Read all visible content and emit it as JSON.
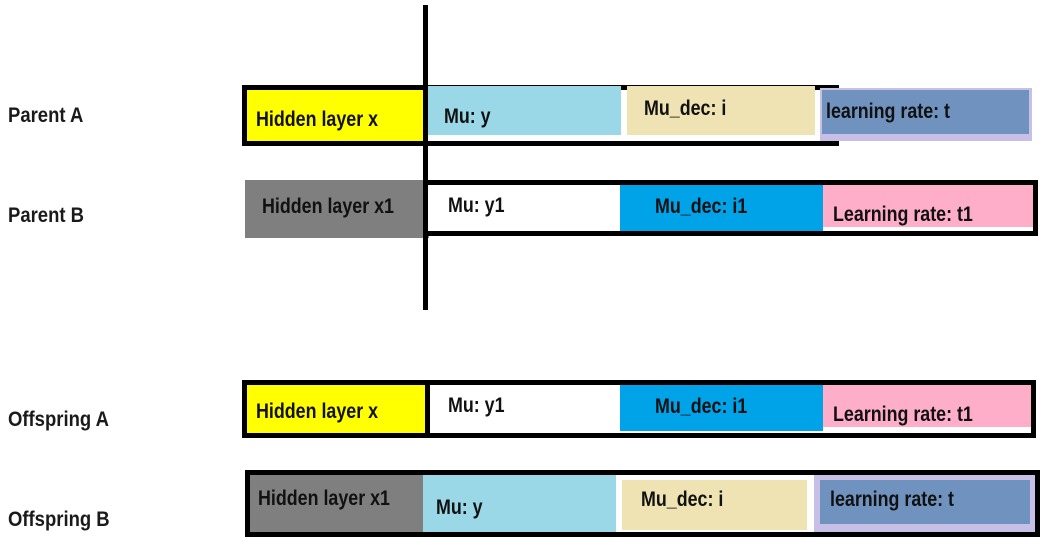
{
  "colors": {
    "yellow": "#ffff00",
    "gray": "#7f7f7f",
    "light_blue": "#9ad8e8",
    "white": "#ffffff",
    "beige": "#efe3b4",
    "blue": "#00a2e8",
    "lavender": "#c8bfe7",
    "slate_blue": "#7092be",
    "pink": "#ffaec9",
    "black": "#000000"
  },
  "rows": [
    {
      "label": "Parent A",
      "genes": [
        {
          "text": "Hidden layer x",
          "color": "yellow"
        },
        {
          "text": "Mu: y",
          "color": "light_blue"
        },
        {
          "text": "Mu_dec: i",
          "color": "beige"
        },
        {
          "text": "learning rate: t",
          "color": "slate_blue"
        }
      ]
    },
    {
      "label": "Parent B",
      "genes": [
        {
          "text": "Hidden layer x1",
          "color": "gray"
        },
        {
          "text": "Mu: y1",
          "color": "white"
        },
        {
          "text": "Mu_dec: i1",
          "color": "blue"
        },
        {
          "text": "Learning rate: t1",
          "color": "pink"
        }
      ]
    },
    {
      "label": "Offspring A",
      "genes": [
        {
          "text": "Hidden layer x",
          "color": "yellow"
        },
        {
          "text": "Mu: y1",
          "color": "white"
        },
        {
          "text": "Mu_dec: i1",
          "color": "blue"
        },
        {
          "text": "Learning rate: t1",
          "color": "pink"
        }
      ]
    },
    {
      "label": "Offspring  B",
      "genes": [
        {
          "text": "Hidden layer x1",
          "color": "gray"
        },
        {
          "text": "Mu: y",
          "color": "light_blue"
        },
        {
          "text": "Mu_dec: i",
          "color": "beige"
        },
        {
          "text": "learning rate: t",
          "color": "slate_blue"
        }
      ]
    }
  ]
}
